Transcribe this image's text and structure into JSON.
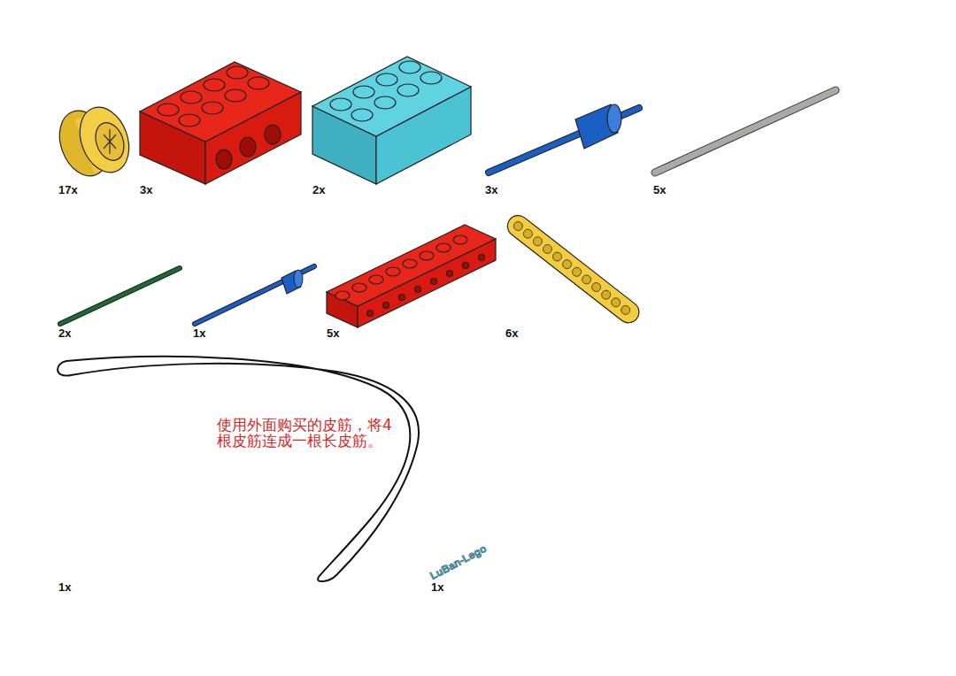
{
  "diagram": {
    "labels": [
      "17x",
      "3x",
      "2x",
      "3x",
      "5x",
      "2x",
      "1x",
      "5x",
      "6x",
      "1x",
      "1x",
      "使用外面购买的皮筋，将4根皮筋连成一根长皮筋。",
      "LuBan-Lego"
    ]
  }
}
